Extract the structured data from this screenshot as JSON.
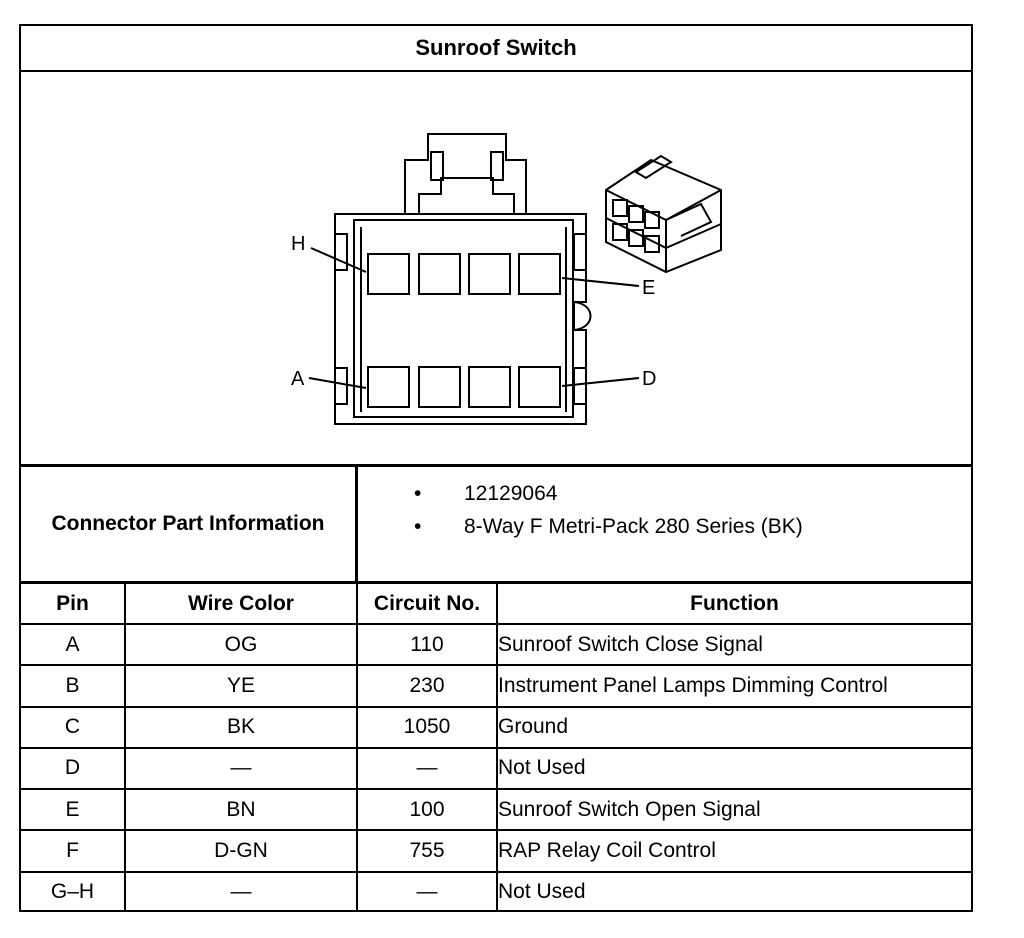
{
  "title": "Sunroof Switch",
  "diagram": {
    "labels": {
      "h": "H",
      "e": "E",
      "a": "A",
      "d": "D"
    }
  },
  "connector_info": {
    "label": "Connector Part Information",
    "bullet": "•",
    "items": [
      "12129064",
      "8-Way F Metri-Pack 280 Series (BK)"
    ]
  },
  "table": {
    "headers": [
      "Pin",
      "Wire Color",
      "Circuit No.",
      "Function"
    ],
    "rows": [
      [
        "A",
        "OG",
        "110",
        "Sunroof Switch Close Signal"
      ],
      [
        "B",
        "YE",
        "230",
        "Instrument Panel Lamps Dimming Control"
      ],
      [
        "C",
        "BK",
        "1050",
        "Ground"
      ],
      [
        "D",
        "—",
        "—",
        "Not Used"
      ],
      [
        "E",
        "BN",
        "100",
        "Sunroof Switch Open Signal"
      ],
      [
        "F",
        "D-GN",
        "755",
        "RAP Relay Coil Control"
      ],
      [
        "G–H",
        "—",
        "—",
        "Not Used"
      ]
    ]
  }
}
